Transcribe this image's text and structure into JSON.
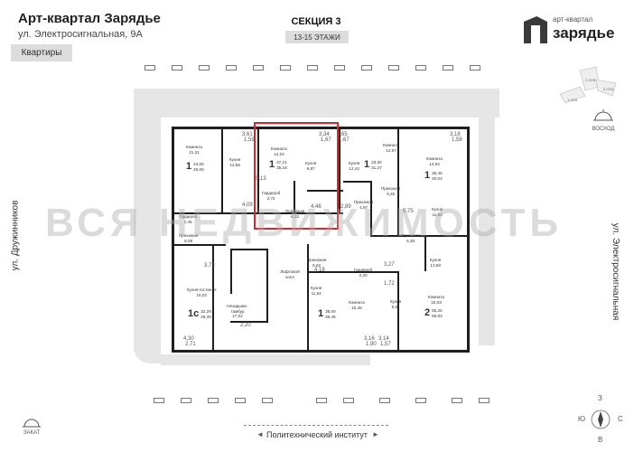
{
  "header": {
    "title": "Арт-квартал Зарядье",
    "address": "ул. Электросигнальная, 9А",
    "apartments_button": "Квартиры"
  },
  "section": {
    "title": "СЕКЦИЯ 3",
    "floors": "13-15 ЭТАЖИ"
  },
  "logo": {
    "subtitle": "арт-квартал",
    "name": "зарядье"
  },
  "watermark": "ВСЯ НЕДВИЖИМОСТЬ",
  "streets": {
    "left": "ул. Дружинников",
    "right": "ул. Электросигнальная",
    "bottom": "Политехнический институт"
  },
  "compass": {
    "sunrise": "ВОСХОД",
    "sunset": "ЗАКАТ",
    "north": "З",
    "west": "Ю",
    "east": "С",
    "south": "В"
  },
  "keymap": {
    "s1": "1 СЕК.",
    "s2": "2 СЕК.",
    "s3": "3 СЕК."
  },
  "apartments": [
    {
      "rooms": "1",
      "areas": [
        "43,06",
        "40,00"
      ]
    },
    {
      "rooms": "1",
      "areas": [
        "37,21",
        "35,18"
      ]
    },
    {
      "rooms": "1",
      "areas": [
        "33,30",
        "31,27"
      ]
    },
    {
      "rooms": "1",
      "areas": [
        "39,45",
        "40,04"
      ]
    },
    {
      "rooms": "1с",
      "areas": [
        "32,29",
        "29,39"
      ]
    },
    {
      "rooms": "1",
      "areas": [
        "38,00",
        "35,46"
      ]
    },
    {
      "rooms": "2",
      "areas": [
        "55,26",
        "56,83"
      ]
    }
  ],
  "rooms": [
    {
      "name": "Комната",
      "area": "21,31"
    },
    {
      "name": "Кухня",
      "area": "12,58"
    },
    {
      "name": "Комната",
      "area": "14,22"
    },
    {
      "name": "Кухня",
      "area": "9,87"
    },
    {
      "name": "Гардероб",
      "area": "2,72"
    },
    {
      "name": "Прихожая",
      "area": "6,22"
    },
    {
      "name": "Комната",
      "area": "12,57"
    },
    {
      "name": "Кухня",
      "area": "12,42"
    },
    {
      "name": "Комната",
      "area": "14,94"
    },
    {
      "name": "Прихожая",
      "area": "4,97"
    },
    {
      "name": "Прихожая",
      "area": "9,25"
    },
    {
      "name": "Кухня",
      "area": "11,52"
    },
    {
      "name": "Гардероб",
      "area": "2,45"
    },
    {
      "name": "Прихожая",
      "area": "6,09"
    },
    {
      "name": "Прихожая",
      "area": "6,35"
    },
    {
      "name": "Кухня",
      "area": "13,58"
    },
    {
      "name": "Кухня-гостиная",
      "area": "15,02"
    },
    {
      "name": "Лифтовой холл",
      "area": ""
    },
    {
      "name": "Прихожая",
      "area": "5,62"
    },
    {
      "name": "Гардероб",
      "area": "2,20"
    },
    {
      "name": "Кухня",
      "area": "11,54"
    },
    {
      "name": "Комната",
      "area": "16,45"
    },
    {
      "name": "Кухня",
      "area": "9,51"
    },
    {
      "name": "Комната",
      "area": "18,03"
    },
    {
      "name": "Незадымл. тамбур",
      "area": "17,02"
    }
  ],
  "bath_labels": [
    "3,61",
    "1,59",
    "3,34",
    "1,67",
    "3,65",
    "1,67",
    "4,09",
    "6,13",
    "4,46",
    "2,89",
    "3,18",
    "1,58",
    "5,75",
    "3,73",
    "4,18",
    "1,72",
    "3,27",
    "4,30",
    "2,71",
    "3,16",
    "1,90",
    "3,14",
    "1,57",
    "2,20"
  ]
}
